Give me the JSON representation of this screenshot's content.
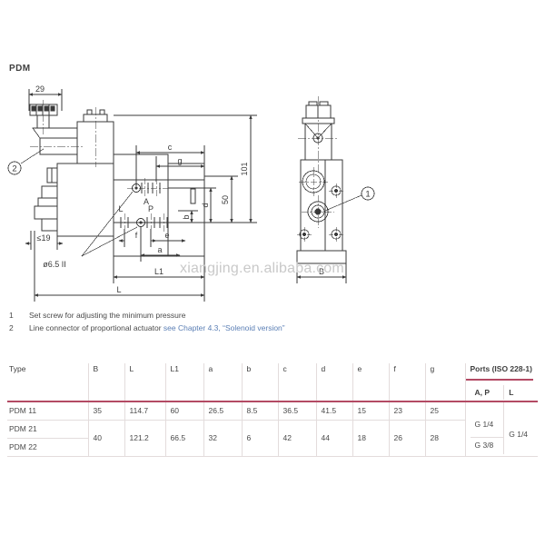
{
  "page": {
    "title": "PDM",
    "watermark": "xiangjing.en.alibaba.com"
  },
  "drawing": {
    "side_view": {
      "callout_2": "2",
      "dim_29": "29",
      "dim_le19": "≤19",
      "dim_hole": "ø6.5 II",
      "dim_c": "c",
      "dim_g": "g",
      "dim_a": "a",
      "dim_b": "b",
      "dim_d": "d",
      "dim_e": "e",
      "dim_f": "f",
      "dim_50": "50",
      "dim_101": "101",
      "dim_L": "L",
      "dim_L1": "L1",
      "port_A": "A",
      "port_P": "P",
      "port_L": "L"
    },
    "front_view": {
      "callout_1": "1",
      "dim_B": "B"
    }
  },
  "notes": [
    {
      "num": "1",
      "text": "Set screw for adjusting the minimum pressure",
      "link": ""
    },
    {
      "num": "2",
      "text": "Line connector of proportional actuator ",
      "link": "see Chapter 4.3, “Solenoid version”"
    }
  ],
  "table": {
    "headers": [
      "Type",
      "B",
      "L",
      "L1",
      "a",
      "b",
      "c",
      "d",
      "e",
      "f",
      "g"
    ],
    "ports_header": "Ports (ISO 228-1)",
    "ports_sub": [
      "A, P",
      "L"
    ],
    "types": [
      "PDM 11",
      "PDM 21",
      "PDM 22"
    ],
    "rows": [
      {
        "type": "PDM 11",
        "B": "35",
        "L": "114.7",
        "L1": "60",
        "a": "26.5",
        "b": "8.5",
        "c": "36.5",
        "d": "41.5",
        "e": "15",
        "f": "23",
        "g": "25"
      },
      {
        "type": "PDM 21",
        "B": "",
        "L": "",
        "L1": "",
        "a": "",
        "b": "",
        "c": "",
        "d": "",
        "e": "",
        "f": "",
        "g": ""
      },
      {
        "type": "PDM 22",
        "B": "40",
        "L": "121.2",
        "L1": "66.5",
        "a": "32",
        "b": "6",
        "c": "42",
        "d": "44",
        "e": "18",
        "f": "26",
        "g": "28"
      }
    ],
    "ports_values": {
      "ap_top": "G 1/4",
      "ap_bottom": "G 3/8",
      "l_all": "G 1/4"
    }
  },
  "colors": {
    "rule": "#b34a64",
    "thin_rule": "#e3dcdc",
    "text": "#4a4a4a",
    "link": "#5b7fb5",
    "watermark": "#c9c9c9",
    "line": "#3a3a3a"
  }
}
